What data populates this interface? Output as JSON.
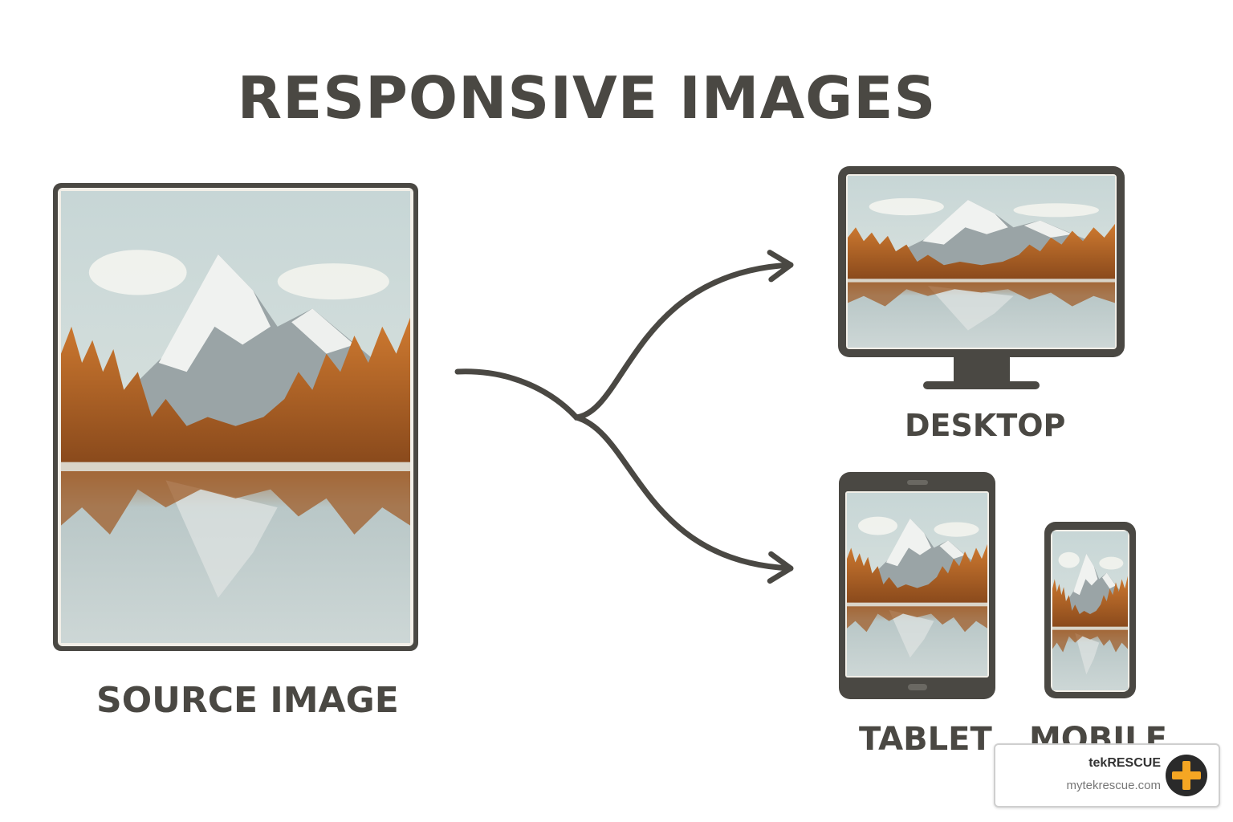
{
  "title": "RESPONSIVE IMAGES",
  "labels": {
    "source": "SOURCE IMAGE",
    "desktop": "DESKTOP",
    "tablet": "TABLET",
    "mobile": "MOBILE"
  },
  "badge": {
    "brand": "tekRESCUE",
    "url": "mytekrescue.com",
    "icon": "plus-logo-icon"
  },
  "colors": {
    "text": "#4a4843",
    "frame": "#4a4843",
    "sky": "#cfdcdc",
    "snow": "#eef0ee",
    "rock": "#9aa4a6",
    "trees": "#c0692a",
    "trees_dark": "#8a4a1c",
    "water": "#b9c7c7",
    "logo_accent": "#f5a623"
  }
}
